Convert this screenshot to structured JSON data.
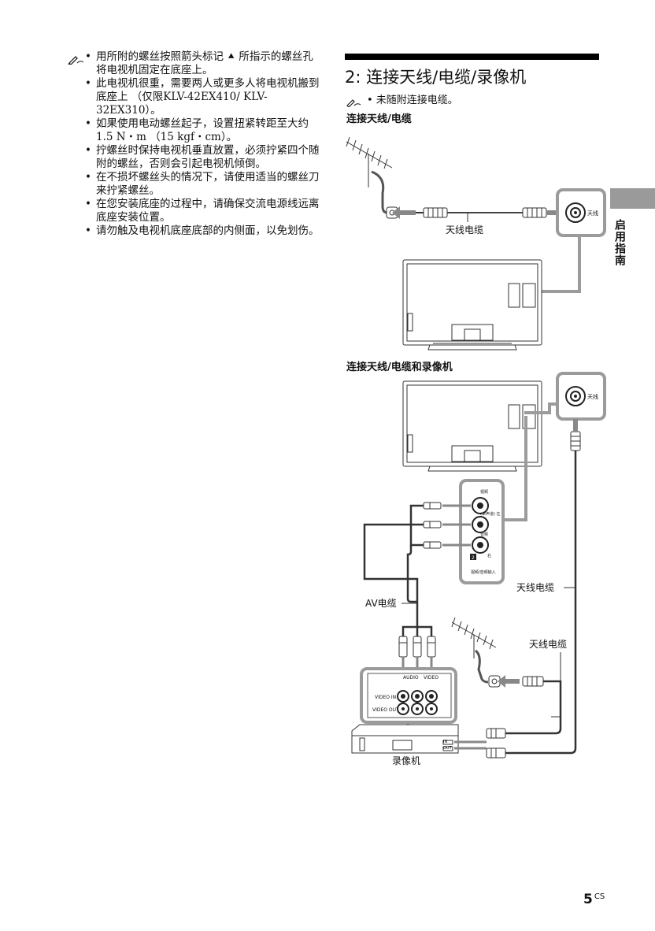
{
  "left_notes": [
    "用所附的螺丝按照箭头标记 ⯅ 所指示的螺丝孔将电视机固定在底座上。",
    "此电视机很重，需要两人或更多人将电视机搬到底座上 （仅限KLV-42EX410/ KLV-32EX310）。",
    "如果使用电动螺丝起子，设置扭紧转距至大约1.5 N・m （15 kgf・cm）。",
    "拧螺丝时保持电视机垂直放置，必须拧紧四个随附的螺丝，否则会引起电视机倾倒。",
    "在不损坏螺丝头的情况下，请使用适当的螺丝刀来拧紧螺丝。",
    "在您安装底座的过程中，请确保交流电源线远离底座安装位置。",
    "请勿触及电视机底座底部的内侧面，以免划伤。"
  ],
  "section": {
    "title": "2: 连接天线/电缆/录像机",
    "note": "• 未随附连接电缆。",
    "sub1": "连接天线/电缆",
    "sub2": "连接天线/电缆和录像机"
  },
  "diagram1": {
    "cable_label": "天线电缆",
    "jack_label": "天线"
  },
  "diagram2": {
    "jack_label": "天线",
    "panel_video": "视频",
    "panel_left": "(单声道) 左",
    "panel_audio": "音频",
    "panel_right": "右",
    "panel_num": "2",
    "panel_in": "视频/音频输入",
    "av_cable": "AV电缆",
    "antenna_cable_1": "天线电缆",
    "antenna_cable_2": "天线电缆",
    "vcr_audio": "AUDIO",
    "vcr_video": "VIDEO",
    "vcr_video_in": "VIDEO IN",
    "vcr_video_out": "VIDEO OUT",
    "vcr_label": "录像机",
    "vcr_in": "IN",
    "vcr_out": "OUT"
  },
  "side_tab_label": "启用指南",
  "page_number": "5",
  "page_suffix": "CS",
  "colors": {
    "cable_gray": "#9b9b9b",
    "tab_gray": "#9a9a9a",
    "rule": "#000000"
  }
}
